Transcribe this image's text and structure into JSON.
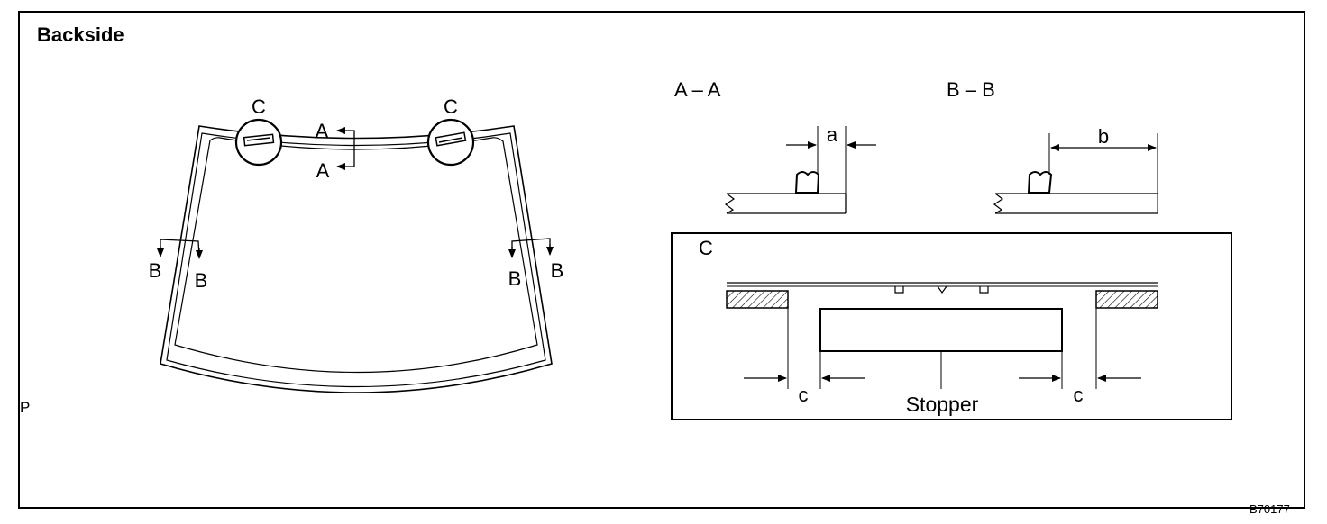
{
  "title": "Backside",
  "corner_mark": "P",
  "figure_code": "B70177",
  "windshield": {
    "circle_label": "C",
    "section_a_label": "A",
    "section_b_label": "B"
  },
  "section_a": {
    "title": "A – A",
    "dim_label": "a"
  },
  "section_b": {
    "title": "B – B",
    "dim_label": "b"
  },
  "detail_c": {
    "title": "C",
    "dim_label": "c",
    "stopper_label": "Stopper"
  }
}
